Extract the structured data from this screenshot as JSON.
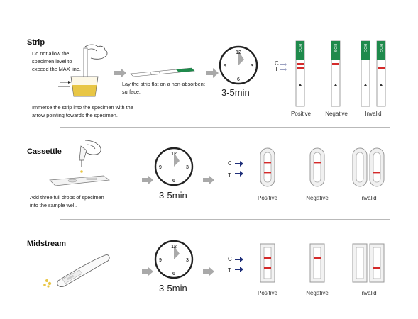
{
  "strip": {
    "title": "Strip",
    "instruction_top": "Do not allow the specimen level to exceed the MAX line.",
    "instruction_top_lines": [
      "Do not allow the",
      "specimen level to",
      "exceed the MAX line."
    ],
    "instruction_bottom_lines": [
      "Immerse the strip into the specimen with the",
      "arrow pointing towards the specimen."
    ],
    "lay_flat_lines": [
      "Lay the strip flat on a non-absorbent",
      "surface."
    ],
    "strip_label": "HCG",
    "time": "3-5min",
    "c_marker": "C",
    "t_marker": "T",
    "results": [
      "Positive",
      "Negative",
      "Invalid"
    ]
  },
  "cassette": {
    "title": "Cassettle",
    "instruction_lines": [
      "Add three full drops of specimen",
      "into the sample well."
    ],
    "time": "3-5min",
    "c_marker": "C",
    "t_marker": "T",
    "results": [
      "Positive",
      "Negative",
      "Invalid"
    ]
  },
  "midstream": {
    "title": "Midstream",
    "time": "3-5min",
    "c_marker": "C",
    "t_marker": "T",
    "results": [
      "Positive",
      "Negative",
      "Invalid"
    ]
  },
  "clock": {
    "n12": "12",
    "n3": "3",
    "n6": "6",
    "n9": "9"
  },
  "colors": {
    "line_red": "#d42a2a",
    "strip_green": "#1f8a4c",
    "arrow_gray": "#a9a9a9",
    "marker_navy": "#1f2f7a"
  }
}
